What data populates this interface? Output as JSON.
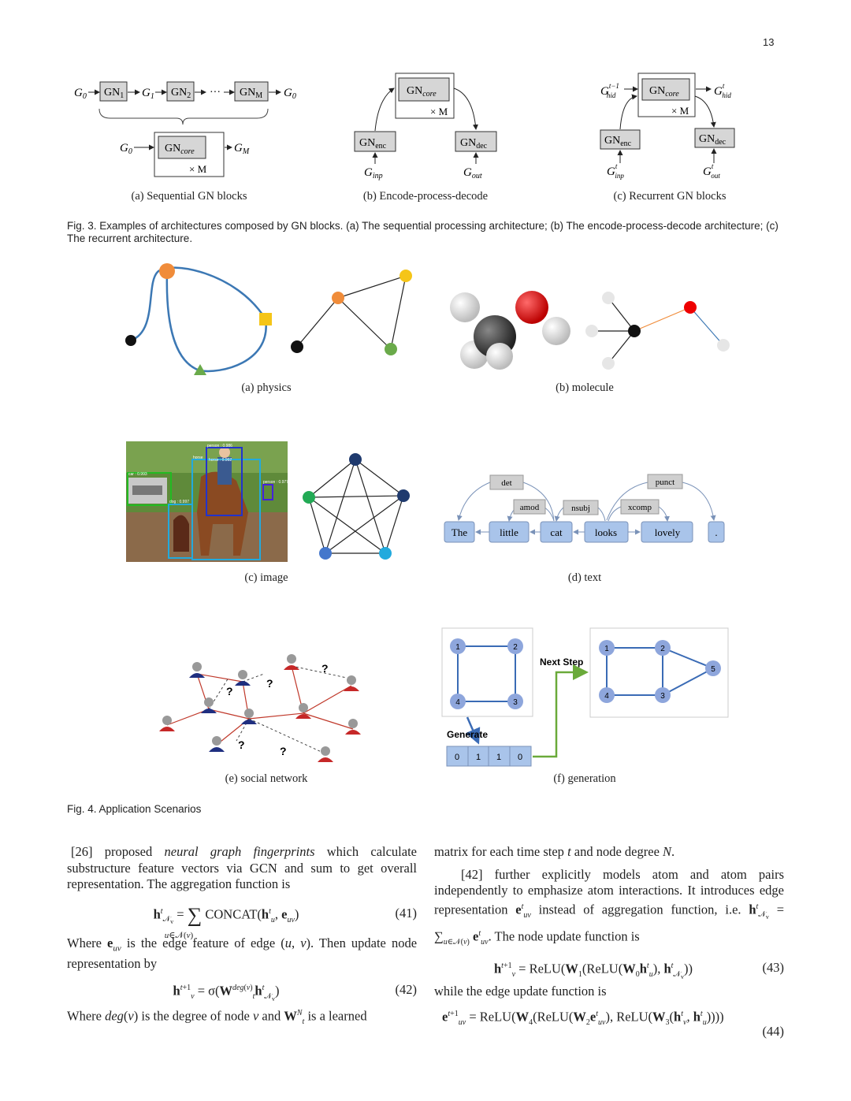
{
  "page_number": "13",
  "fig3": {
    "caption": "Fig. 3. Examples of architectures composed by GN blocks. (a) The sequential processing architecture; (b) The encode-process-decode architecture; (c) The recurrent architecture.",
    "sub_a": "(a) Sequential GN blocks",
    "sub_b": "(b) Encode-process-decode",
    "sub_c": "(c) Recurrent GN blocks",
    "repeat_label": "× M",
    "ellipsis": "···",
    "labels": {
      "gn": "GN",
      "core": "core",
      "enc": "enc",
      "dec": "dec",
      "g0": "G",
      "gm": "G",
      "inp": "inp",
      "out": "out",
      "hid": "hid",
      "t": "t",
      "tm1": "t−1"
    }
  },
  "fig4": {
    "caption": "Fig. 4. Application Scenarios",
    "sub_a": "(a) physics",
    "sub_b": "(b) molecule",
    "sub_c": "(c) image",
    "sub_d": "(d) text",
    "sub_e": "(e) social network",
    "sub_f": "(f) generation",
    "text_words": [
      "The",
      "little",
      "cat",
      "looks",
      "lovely",
      "."
    ],
    "text_deps": [
      "det",
      "amod",
      "nsubj",
      "xcomp",
      "punct"
    ],
    "image_boxes": [
      "person : 0.986",
      "horse : 0.992",
      "car : 0.993",
      "dog : 0.997",
      "person : 0.977",
      "horse"
    ],
    "social_question": "?",
    "gen_next_step": "Next Step",
    "gen_generate": "Generate",
    "gen_vector": [
      "0",
      "1",
      "1",
      "0"
    ],
    "gen_nodes_left": [
      "1",
      "2",
      "3",
      "4"
    ],
    "gen_nodes_right": [
      "1",
      "2",
      "3",
      "4",
      "5"
    ]
  },
  "body": {
    "left_p1_a": "[26] proposed ",
    "left_p1_em": "neural graph fingerprints",
    "left_p1_b": " which calculate substructure feature vectors via GCN and sum to get overall representation. The aggregation function is",
    "eq41_num": "(41)",
    "left_p2": "is the edge feature of edge",
    "left_p2_b": ". Then update node representation by",
    "left_p2_where": "Where",
    "eq42_num": "(42)",
    "left_p3_where": "Where",
    "left_p3_a": "is the degree of node",
    "left_p3_b": "and",
    "left_p3_c": "is a learned",
    "right_p1_a": "matrix for each time step",
    "right_p1_b": "and node degree",
    "right_p2_a": "[42] further explicitly models atom and atom pairs independently to emphasize atom interactions. It introduces edge representation",
    "right_p2_b": "instead of aggregation function, i.e.",
    "right_p2_c": ". The node update function is",
    "eq43_num": "(43)",
    "right_p3": "while the edge update function is",
    "eq44_num": "(44)"
  },
  "colors": {
    "orange": "#f08c3a",
    "yellow": "#f5c518",
    "green": "#6aaa4a",
    "blue_curve": "#3c78b4",
    "node_navy": "#1f3a6e",
    "node_green": "#22aa55",
    "node_blue": "#4477cc",
    "node_cyan": "#22aadd",
    "text_box": "#a9c4ea",
    "gen_node": "#8ea6dc",
    "gen_edge": "#3a6bb5",
    "arrow_green": "#6aaa3a",
    "gn_box": "#d6d6d6"
  }
}
